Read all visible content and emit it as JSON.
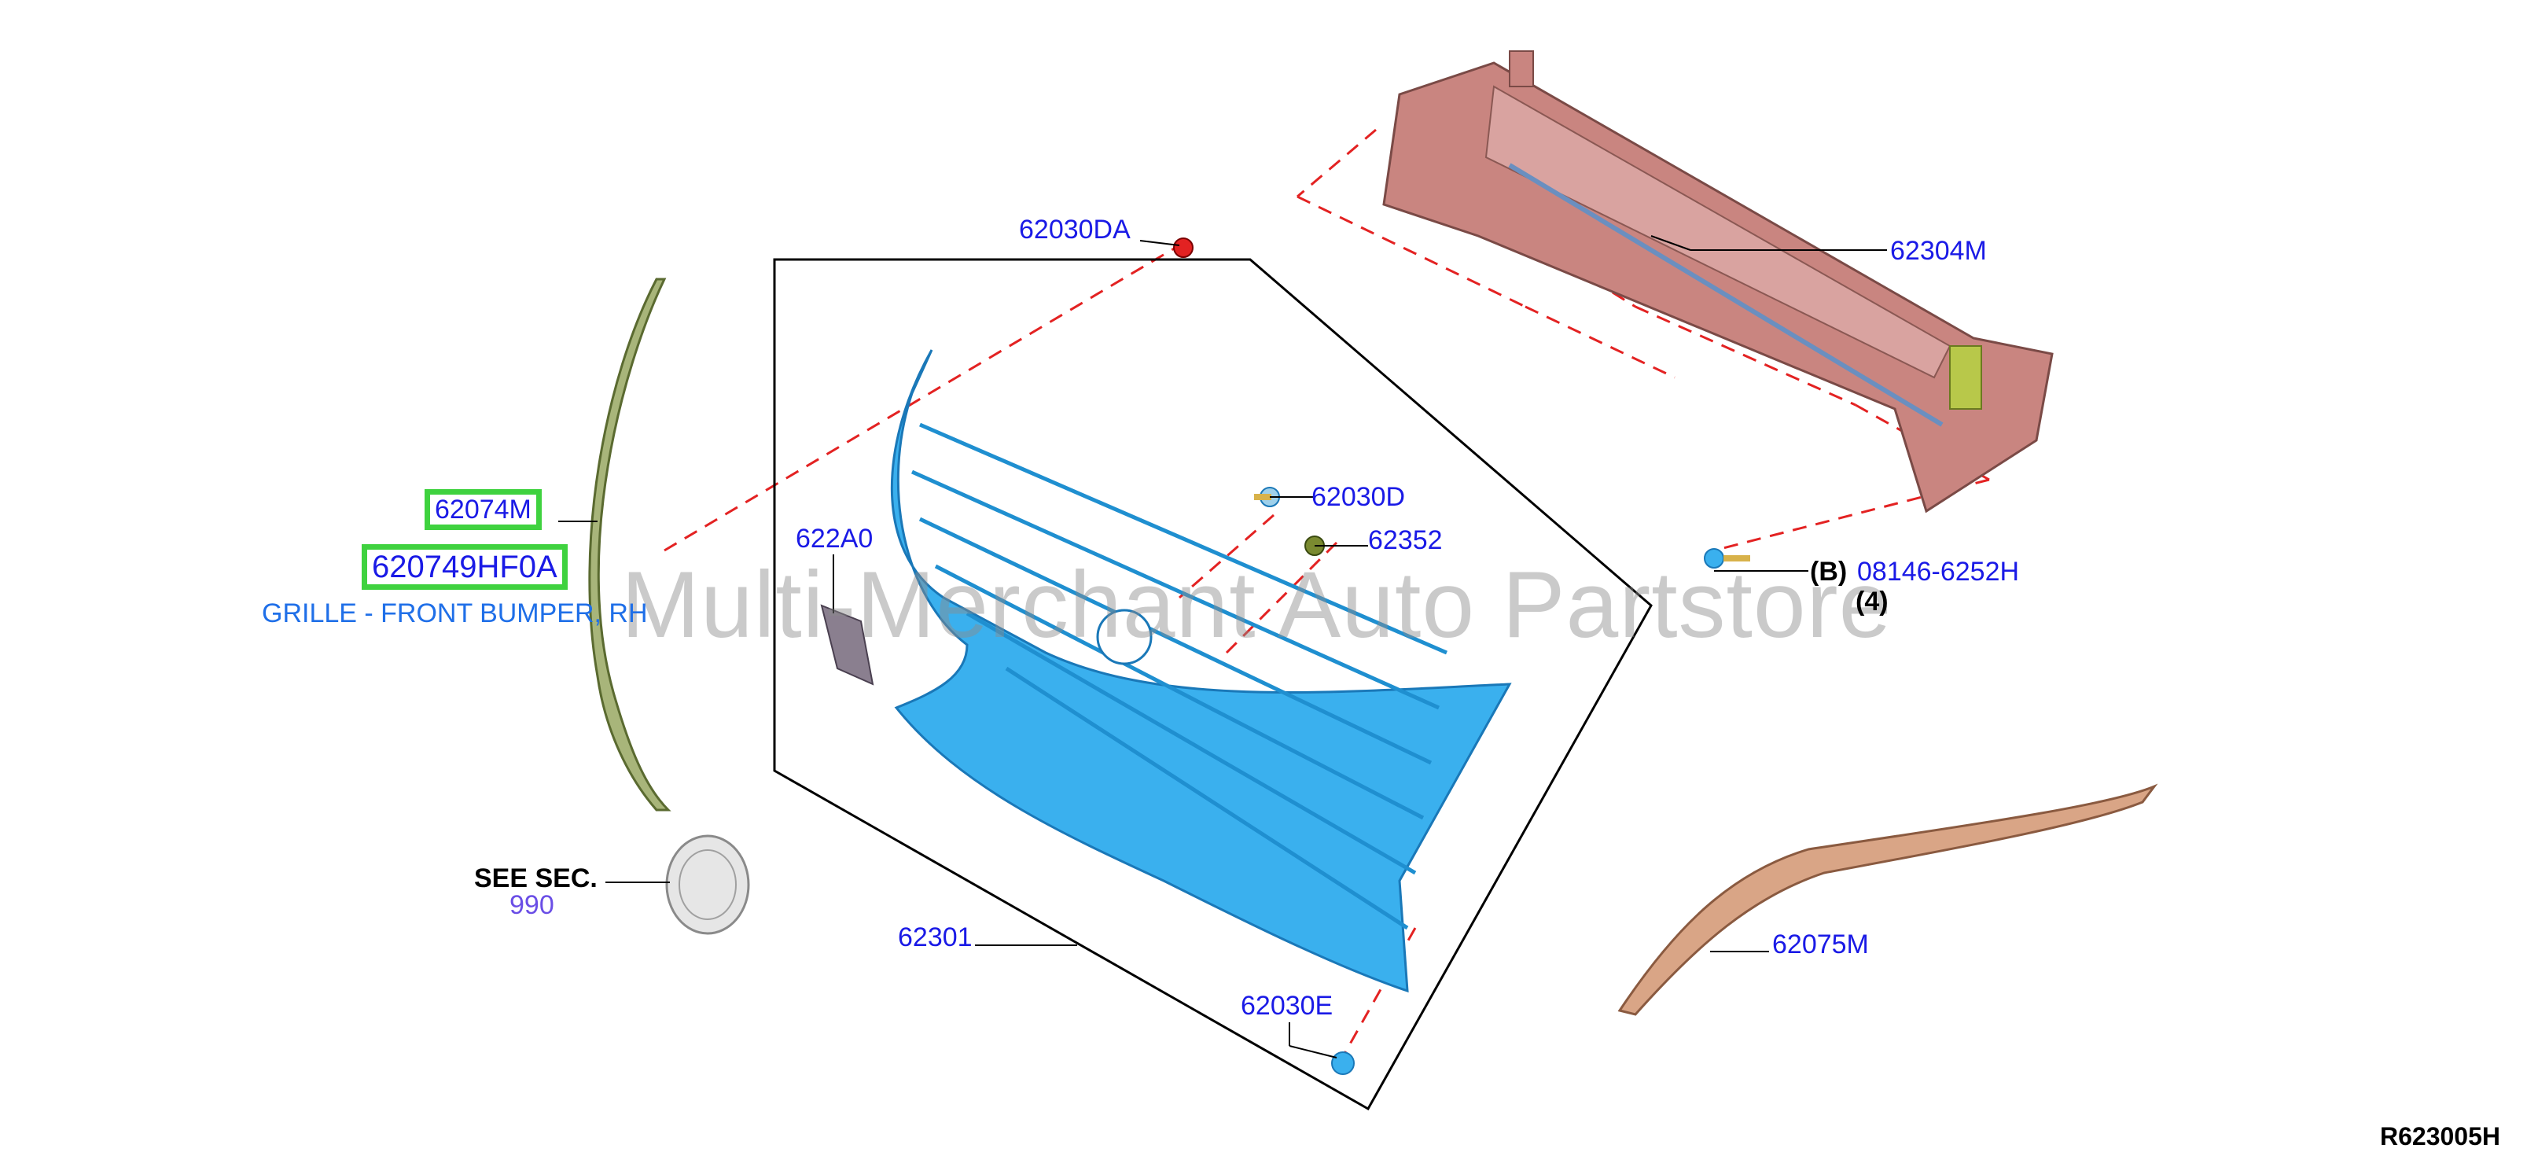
{
  "callouts": {
    "p62030DA": "62030DA",
    "p62304M": "62304M",
    "p62074M": "62074M",
    "p620749HF0A": "620749HF0A",
    "grille_desc": "GRILLE - FRONT BUMPER, RH",
    "p622A0": "622A0",
    "p62030D": "62030D",
    "p62352": "62352",
    "b_marker": "(B)",
    "p08146_6252H": "08146-6252H",
    "qty_4": "(4)",
    "see_sec": "SEE SEC.",
    "sec_990": "990",
    "p62301": "62301",
    "p62030E": "62030E",
    "p62075M": "62075M"
  },
  "watermark": "Multi-Merchant Auto Partstore",
  "diagram_ref": "R623005H",
  "colors": {
    "label_blue": "#1a1ae6",
    "highlight_green": "#3fd23f",
    "grille_blue": "#3ab0ee",
    "bracket_red": "#c98580",
    "molding_green": "#a8b57a",
    "molding_copper": "#d9a586",
    "dash_red": "#e32222"
  }
}
